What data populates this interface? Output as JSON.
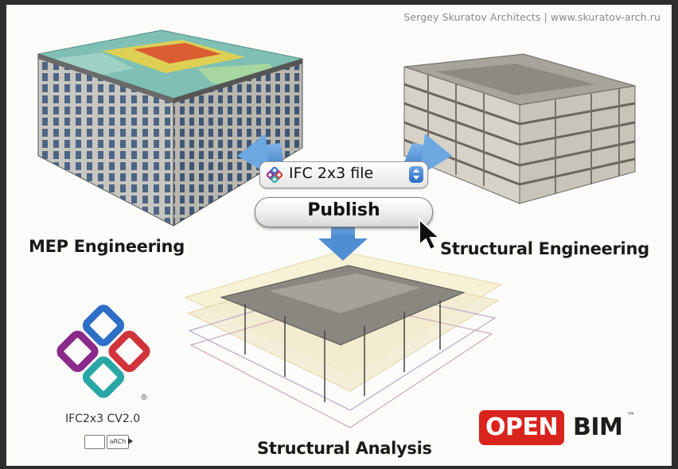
{
  "credit": "Sergey Skuratov Architects | www.skuratov-arch.ru",
  "dropdown": {
    "value": "IFC 2x3 file",
    "icon": "ifc-logo-icon"
  },
  "publish_button": {
    "label": "Publish"
  },
  "nodes": {
    "mep": "MEP Engineering",
    "structural": "Structural Engineering",
    "analysis": "Structural Analysis"
  },
  "ifc_logo": {
    "caption": "IFC2x3 CV2.0",
    "badge_right": "aRCh",
    "registered": "®"
  },
  "openbim": {
    "open": "OPEN",
    "bim": "BIM",
    "tm": "™"
  },
  "colors": {
    "arrow": "#5b9bd5",
    "openbim_red": "#d9231d"
  }
}
